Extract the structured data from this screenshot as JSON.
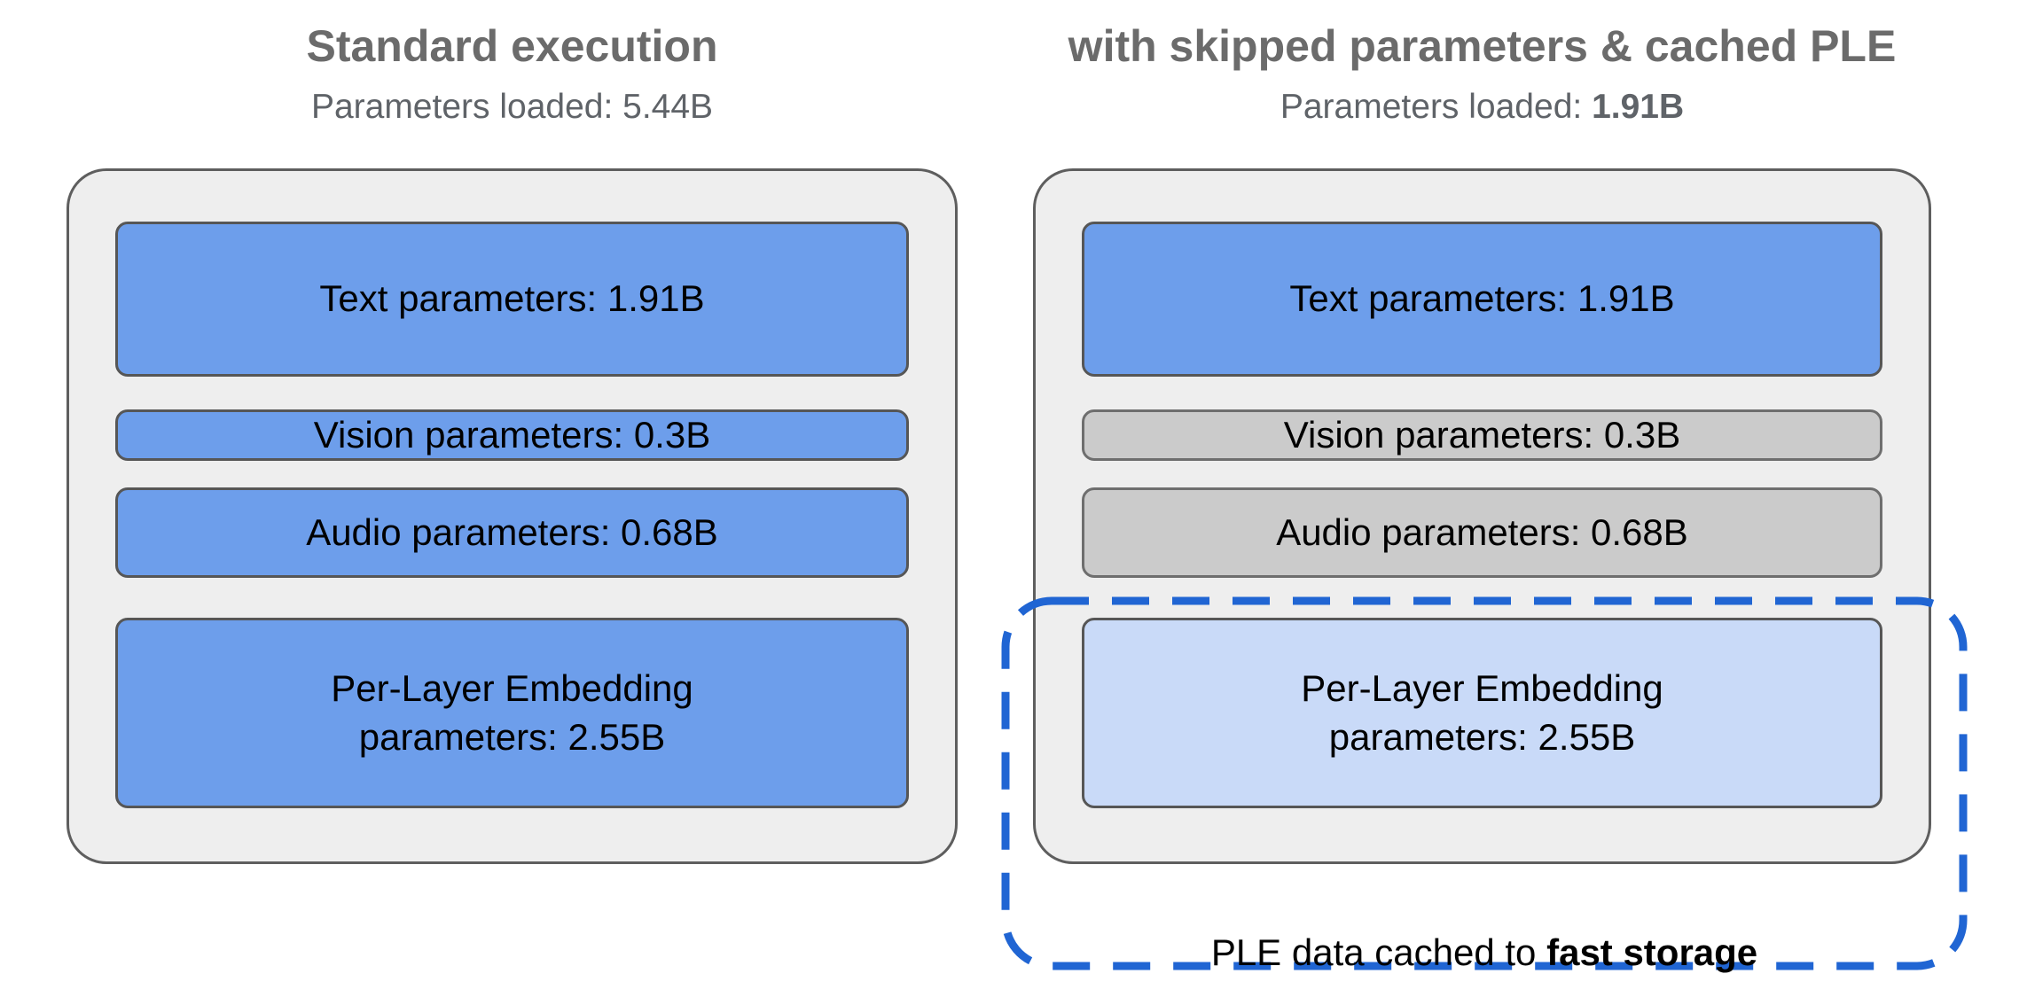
{
  "colors": {
    "title_gray": "#6b6b6b",
    "subtitle_gray": "#5f6368",
    "blue_box": "#6d9eeb",
    "light_blue_box": "#c9daf8",
    "gray_box": "#cbcbcb",
    "container_fill": "#eeeeee",
    "container_border": "#5e5e5e",
    "box_border": "#565656",
    "dashed_accent": "#2065d3",
    "text_black": "#000000"
  },
  "left_panel": {
    "title": "Standard execution",
    "subtitle_prefix": "Parameters loaded: ",
    "subtitle_value": "5.44B",
    "boxes": {
      "text": {
        "label": "Text parameters: 1.91B"
      },
      "vision": {
        "label": "Vision parameters: 0.3B"
      },
      "audio": {
        "label": "Audio parameters: 0.68B"
      },
      "ple": {
        "line1": "Per-Layer Embedding",
        "line2": "parameters: 2.55B"
      }
    }
  },
  "right_panel": {
    "title": "with skipped parameters & cached PLE",
    "subtitle_prefix": "Parameters loaded: ",
    "subtitle_value": "1.91B",
    "boxes": {
      "text": {
        "label": "Text parameters: 1.91B"
      },
      "vision": {
        "label": "Vision parameters: 0.3B"
      },
      "audio": {
        "label": "Audio parameters: 0.68B"
      },
      "ple": {
        "line1": "Per-Layer Embedding",
        "line2": "parameters: 2.55B"
      }
    },
    "caption_prefix": "PLE data cached to ",
    "caption_bold": "fast storage"
  }
}
